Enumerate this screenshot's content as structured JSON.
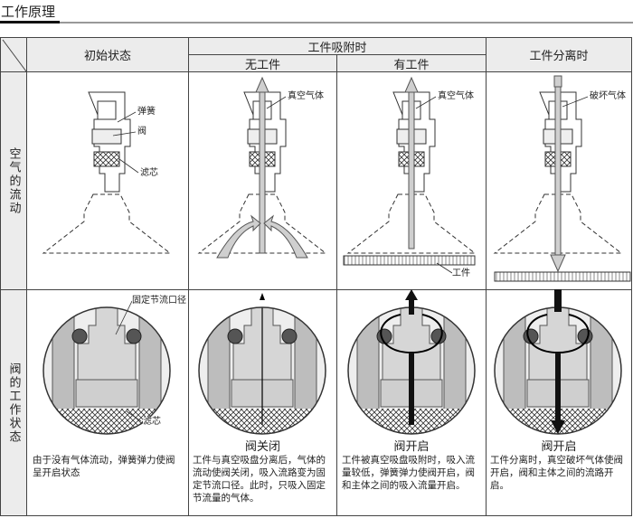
{
  "title": "工作原理",
  "header": {
    "initial": "初始状态",
    "attached": "工件吸附时",
    "no_work": "无工件",
    "with_work": "有工件",
    "detached": "工件分离时"
  },
  "rows": {
    "air_flow": "空气的流动",
    "valve_state": "阀的工作状态"
  },
  "labels": {
    "spring": "弹簧",
    "valve": "阀",
    "filter": "滤芯",
    "vacuum1": "真空气体",
    "vacuum2": "真空气体",
    "break_air": "破坏气体",
    "workpiece": "工件",
    "fixed_orifice": "固定节流口径",
    "filter2": "滤芯"
  },
  "captions": {
    "closed": "阀关闭",
    "open1": "阀开启",
    "open2": "阀开启"
  },
  "descriptions": {
    "initial": "由于没有气体流动，弹簧弹力使阀呈开启状态",
    "no_work": "工件与真空吸盘分离后，气体的流动使阀关闭，吸入流路变为固定节流口径。此时，只吸入固定节流量的气体。",
    "with_work": "工件被真空吸盘吸附时，吸入流量较低，弹簧弹力使阀开启，阀和主体之间的吸入流量开启。",
    "detached": "工件分离时，真空破坏气体使阀开启，阀和主体之间的流路开启。"
  },
  "colors": {
    "header_bg": "#ececec",
    "arrow": "#cfcfcf",
    "body": "#c8c8c8"
  }
}
